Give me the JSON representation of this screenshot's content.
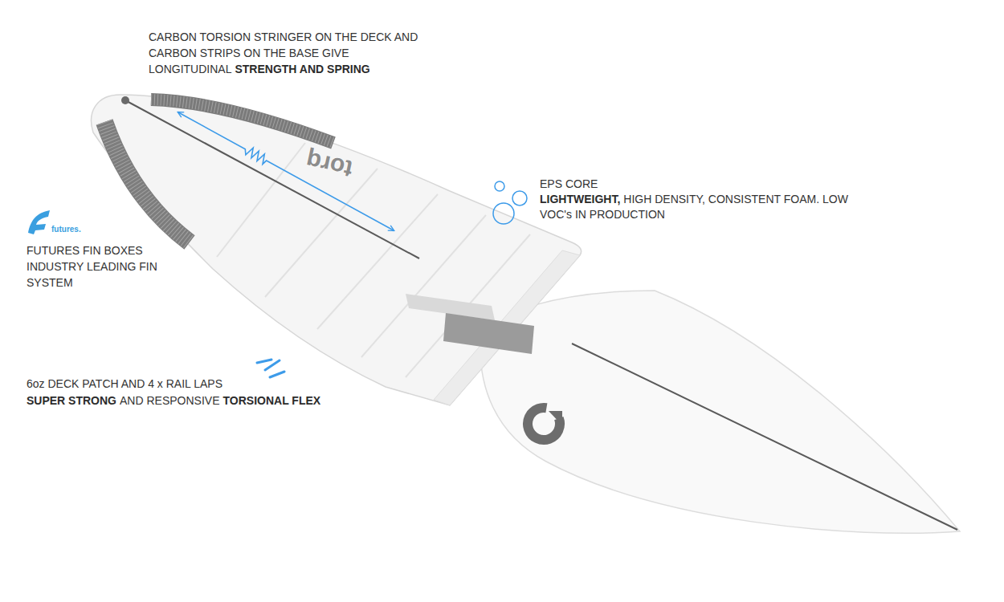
{
  "diagram": {
    "labels": [
      "CARBON TORSION STRINGER ON THE DECK AND CARBON STRIPS ON THE BASE GIVE LONGITUDINAL",
      "STRENGTH AND SPRING",
      "EPS CORE",
      "LIGHTWEIGHT,",
      "HIGH DENSITY, CONSISTENT FOAM. LOW VOC's IN PRODUCTION",
      "futures.",
      "FUTURES FIN BOXES INDUSTRY LEADING FIN SYSTEM",
      "6oz DECK PATCH AND 4 x RAIL LAPS",
      "SUPER STRONG",
      "AND RESPONSIVE",
      "TORSIONAL FLEX",
      "torq"
    ]
  }
}
